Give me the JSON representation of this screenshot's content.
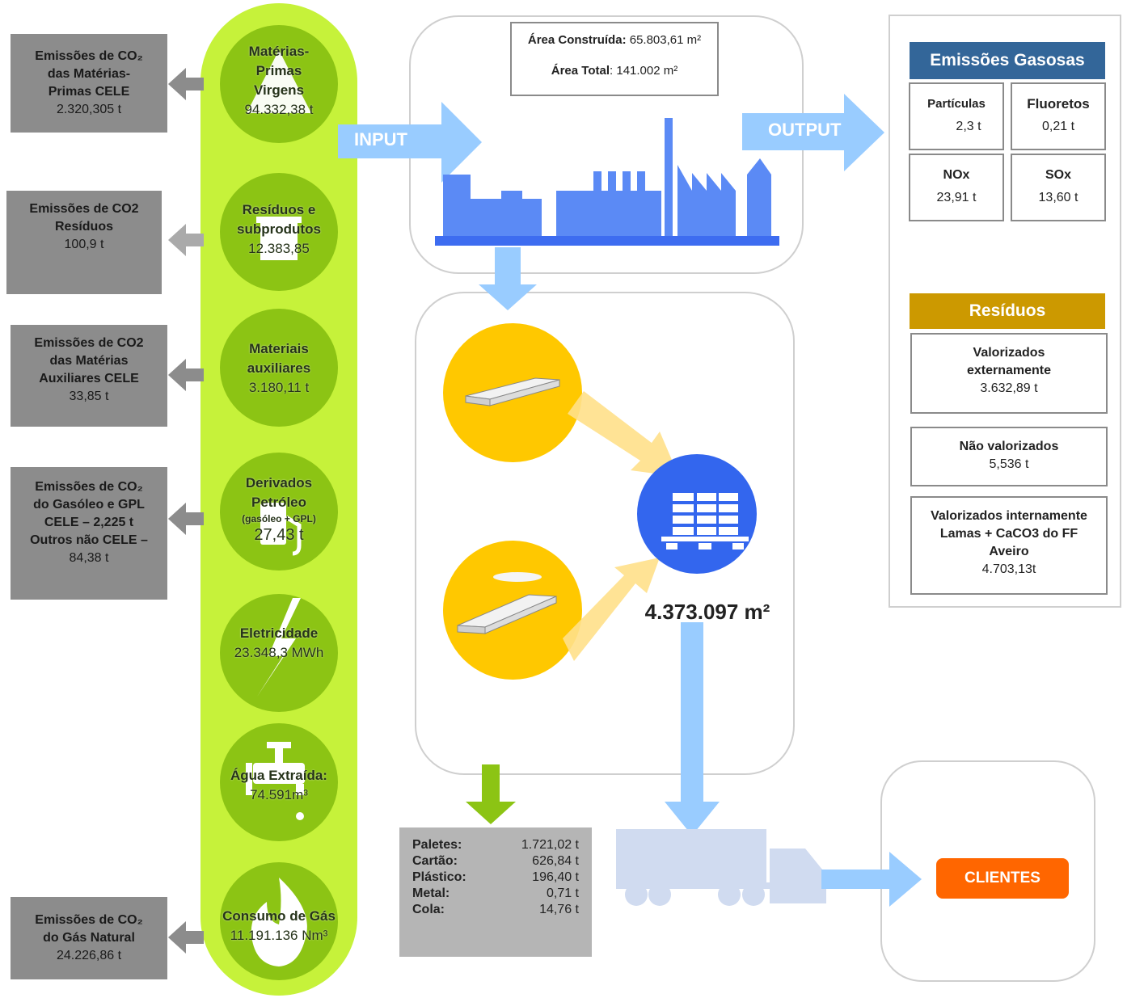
{
  "emissions_left": {
    "e1": {
      "line1": "Emissões de CO₂",
      "line2": "das Matérias-",
      "line3": "Primas CELE",
      "value": "2.320,305 t"
    },
    "e2": {
      "line1": "Emissões de CO2",
      "line2": "Resíduos",
      "value": "100,9 t"
    },
    "e3": {
      "line1": "Emissões de CO2",
      "line2": "das Matérias",
      "line3": "Auxiliares CELE",
      "value": "33,85 t"
    },
    "e4": {
      "line1": "Emissões de CO₂",
      "line2": "do Gasóleo e GPL",
      "line3": "CELE – 2,225 t",
      "line4": "Outros não CELE –",
      "value": "84,38 t"
    },
    "e5": {
      "line1": "Emissões de CO₂",
      "line2": "do Gás Natural",
      "value": "24.226,86 t"
    }
  },
  "inputs": {
    "raw": {
      "line1": "Matérias-",
      "line2": "Primas",
      "line3": "Virgens",
      "value": "94.332,38 t"
    },
    "waste": {
      "line1": "Resíduos e",
      "line2": "subprodutos",
      "value": "12.383,85"
    },
    "aux": {
      "line1": "Materiais",
      "line2": "auxiliares",
      "value": "3.180,11 t"
    },
    "oil": {
      "line1": "Derivados",
      "line2": "Petróleo",
      "sub": "(gasóleo + GPL)",
      "value": "27,43 t"
    },
    "elec": {
      "line1": "Eletricidade",
      "value": "23.348,3 MWh"
    },
    "water": {
      "line1": "Água Extraída:",
      "value": "74.591m³"
    },
    "gas": {
      "line1": "Consumo de Gás",
      "value": "11.191.136 Nm³"
    }
  },
  "area": {
    "built_label": "Área Construída:",
    "built_value": "65.803,61 m²",
    "total_label": "Área Total",
    "total_value": ": 141.002 m²"
  },
  "arrows": {
    "input": "INPUT",
    "output": "OUTPUT"
  },
  "production": {
    "value": "4.373.097 m²"
  },
  "gaseous": {
    "title": "Emissões Gasosas",
    "particles": {
      "label": "Partículas",
      "value": "2,3 t"
    },
    "fluorides": {
      "label": "Fluoretos",
      "value": "0,21 t"
    },
    "nox": {
      "label": "NOx",
      "value": "23,91 t"
    },
    "sox": {
      "label": "SOx",
      "value": "13,60 t"
    }
  },
  "waste_out": {
    "title": "Resíduos",
    "ext": {
      "line1": "Valorizados",
      "line2": "externamente",
      "value": "3.632,89 t"
    },
    "none": {
      "line1": "Não valorizados",
      "value": "5,536 t"
    },
    "int": {
      "line1": "Valorizados internamente",
      "line2": "Lamas + CaCO3 do FF",
      "line3": "Aveiro",
      "value": "4.703,13t"
    }
  },
  "packaging": [
    {
      "name": "Paletes:",
      "value": "1.721,02 t"
    },
    {
      "name": "Cartão:",
      "value": "626,84 t"
    },
    {
      "name": "Plástico:",
      "value": "196,40 t"
    },
    {
      "name": "Metal:",
      "value": "0,71 t"
    },
    {
      "name": "Cola:",
      "value": "14,76 t"
    }
  ],
  "clients": {
    "label": "CLIENTES"
  },
  "colors": {
    "green_pill": "#c6f23a",
    "green_circle": "#8cc414",
    "arrow_blue": "#99ccff",
    "factory_blue": "#5b8af5",
    "navy": "#336699",
    "gold": "#cc9900",
    "orange": "#ff6600",
    "yellow": "#ffc800",
    "gray": "#8c8c8c"
  }
}
